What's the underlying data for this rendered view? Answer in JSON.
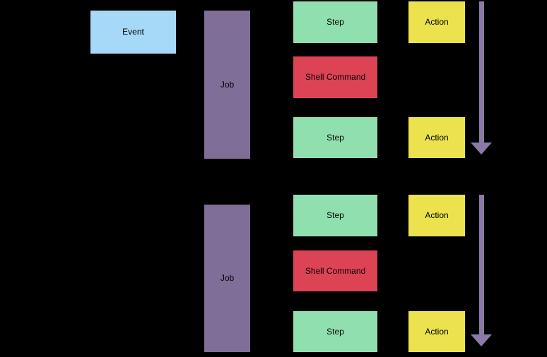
{
  "colors": {
    "background": "#000000",
    "event": "#a6d8f8",
    "job": "#7f6e97",
    "step": "#90e0af",
    "shell_command": "#dc4355",
    "action": "#ebe24e",
    "arrow": "#8b7aa6",
    "text": "#000000"
  },
  "diagram": {
    "event": {
      "label": "Event"
    },
    "jobs": [
      {
        "label": "Job",
        "steps": [
          {
            "kind": "step",
            "label": "Step"
          },
          {
            "kind": "shell-command",
            "label": "Shell Command"
          },
          {
            "kind": "step",
            "label": "Step"
          }
        ],
        "actions": [
          {
            "label": "Action"
          },
          {
            "label": "Action"
          }
        ]
      },
      {
        "label": "Job",
        "steps": [
          {
            "kind": "step",
            "label": "Step"
          },
          {
            "kind": "shell-command",
            "label": "Shell Command"
          },
          {
            "kind": "step",
            "label": "Step"
          }
        ],
        "actions": [
          {
            "label": "Action"
          },
          {
            "label": "Action"
          }
        ]
      }
    ],
    "arrows": [
      {
        "name": "execution-order-arrow-1",
        "direction": "down"
      },
      {
        "name": "execution-order-arrow-2",
        "direction": "down"
      }
    ]
  }
}
